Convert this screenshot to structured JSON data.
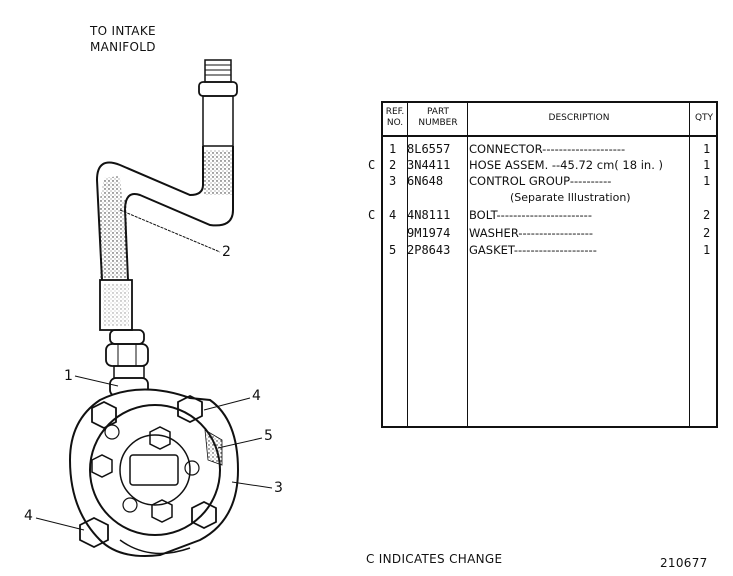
{
  "caption": {
    "line1": "TO INTAKE",
    "line2": "MANIFOLD"
  },
  "table": {
    "headers": {
      "ref": "REF. NO.",
      "part": "PART NUMBER",
      "desc": "DESCRIPTION",
      "qty": "QTY"
    },
    "rows": [
      {
        "flag": "",
        "ref": "1",
        "part": "8L6557",
        "desc": "CONNECTOR--------------------",
        "qty": "1"
      },
      {
        "flag": "C",
        "ref": "2",
        "part": "3N4411",
        "desc": "HOSE ASSEM. --45.72 cm( 18 in. )",
        "qty": "1"
      },
      {
        "flag": "",
        "ref": "3",
        "part": "6N648",
        "desc": "CONTROL GROUP----------",
        "qty": "1"
      },
      {
        "flag": "",
        "ref": "",
        "part": "",
        "desc": "(Separate Illustration)",
        "qty": ""
      },
      {
        "flag": "C",
        "ref": "4",
        "part": "4N8111",
        "desc": "BOLT-----------------------",
        "qty": "2"
      },
      {
        "flag": "",
        "ref": "",
        "part": "9M1974",
        "desc": "WASHER------------------",
        "qty": "2"
      },
      {
        "flag": "",
        "ref": "5",
        "part": "2P8643",
        "desc": "GASKET--------------------",
        "qty": "1"
      }
    ]
  },
  "callouts": {
    "c1": "1",
    "c2": "2",
    "c3": "3",
    "c4a": "4",
    "c4b": "4",
    "c5": "5"
  },
  "footer": {
    "note": "C INDICATES CHANGE",
    "number": "210677"
  }
}
